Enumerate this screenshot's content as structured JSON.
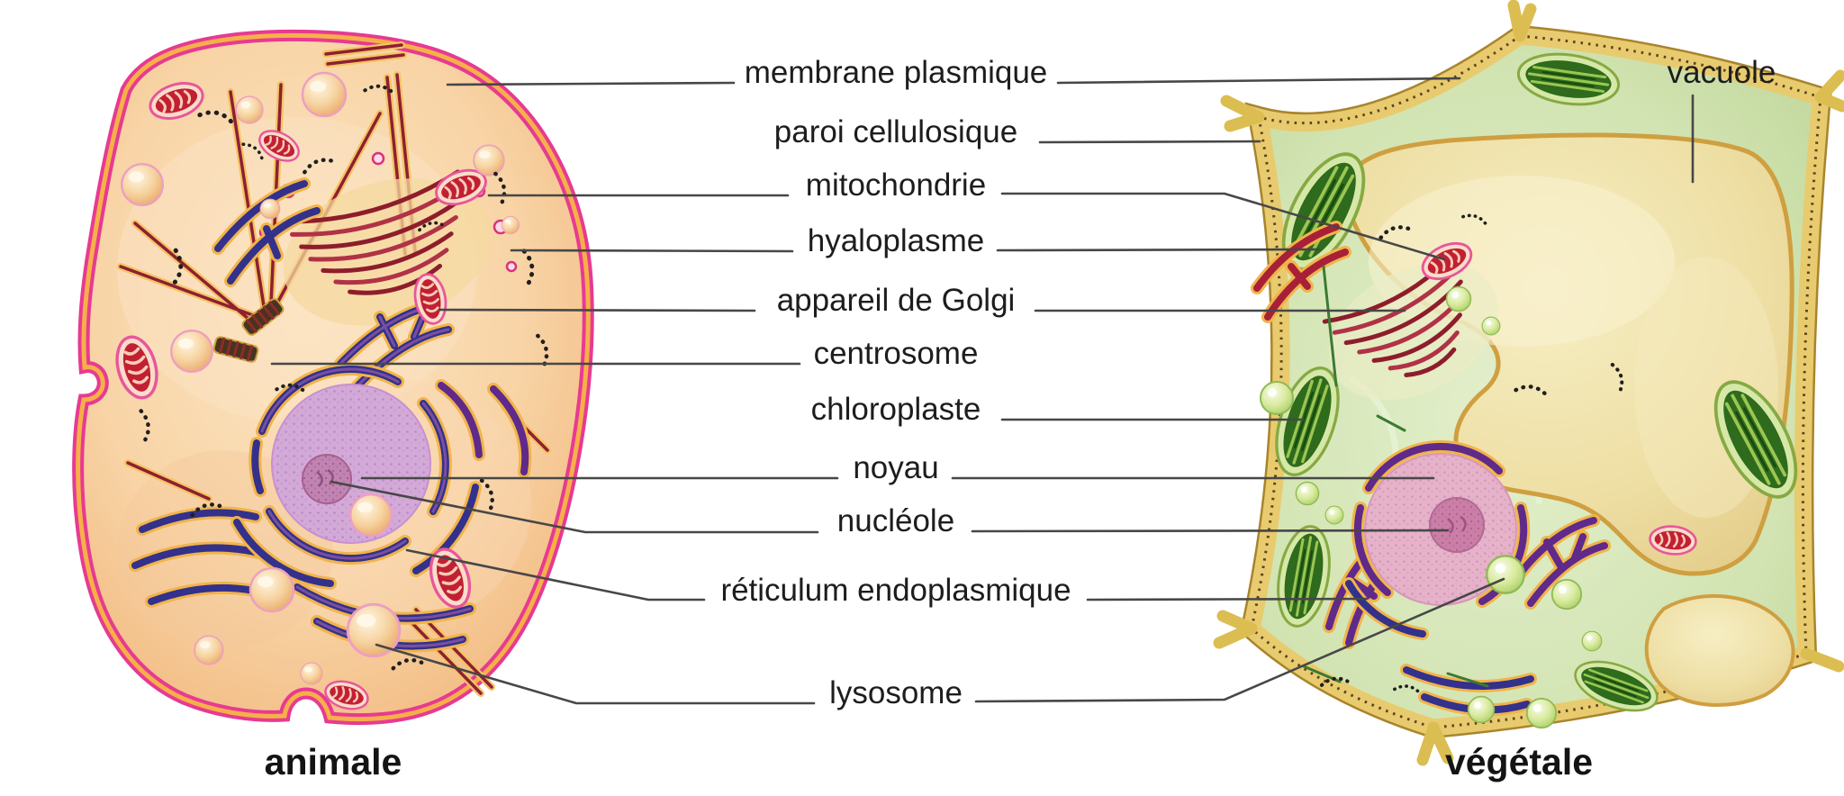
{
  "diagram": {
    "kind": "cell-comparison",
    "language": "fr",
    "description": "Comparison of an animal cell and a plant cell with labelled organelles"
  },
  "labels": [
    {
      "text": "membrane plasmique",
      "connects_to": [
        "animale",
        "végétale"
      ]
    },
    {
      "text": "paroi cellulosique",
      "connects_to": [
        "végétale"
      ]
    },
    {
      "text": "mitochondrie",
      "connects_to": [
        "animale",
        "végétale"
      ]
    },
    {
      "text": "hyaloplasme",
      "connects_to": [
        "animale",
        "végétale"
      ]
    },
    {
      "text": "appareil de Golgi",
      "connects_to": [
        "animale",
        "végétale"
      ]
    },
    {
      "text": "centrosome",
      "connects_to": [
        "animale"
      ]
    },
    {
      "text": "chloroplaste",
      "connects_to": [
        "végétale"
      ]
    },
    {
      "text": "noyau",
      "connects_to": [
        "animale",
        "végétale"
      ]
    },
    {
      "text": "nucléole",
      "connects_to": [
        "animale",
        "végétale"
      ]
    },
    {
      "text": "réticulum endoplasmique",
      "connects_to": [
        "animale",
        "végétale"
      ]
    },
    {
      "text": "lysosome",
      "connects_to": [
        "animale",
        "végétale"
      ]
    }
  ],
  "side_labels": [
    {
      "text": "vacuole",
      "connects_to": [
        "végétale"
      ]
    }
  ],
  "captions": {
    "left": "animale",
    "right": "végétale"
  },
  "colors": {
    "animal_membrane": "#e73a92",
    "animal_cytoplasm": "#f6c793",
    "plant_wall": "#e4c766",
    "plant_cytoplasm": "#cfe3b4",
    "vacuole": "#ecd9a4",
    "nucleus_animal": "#d3a9d8",
    "nucleus_plant": "#e5b2ca",
    "chloroplast": "#2e6b1c",
    "mitochondrion": "#c21f35",
    "er": "#33318c",
    "golgi": "#8e1d2c",
    "label_text": "#1d1d1d",
    "leader_line": "#474747"
  }
}
